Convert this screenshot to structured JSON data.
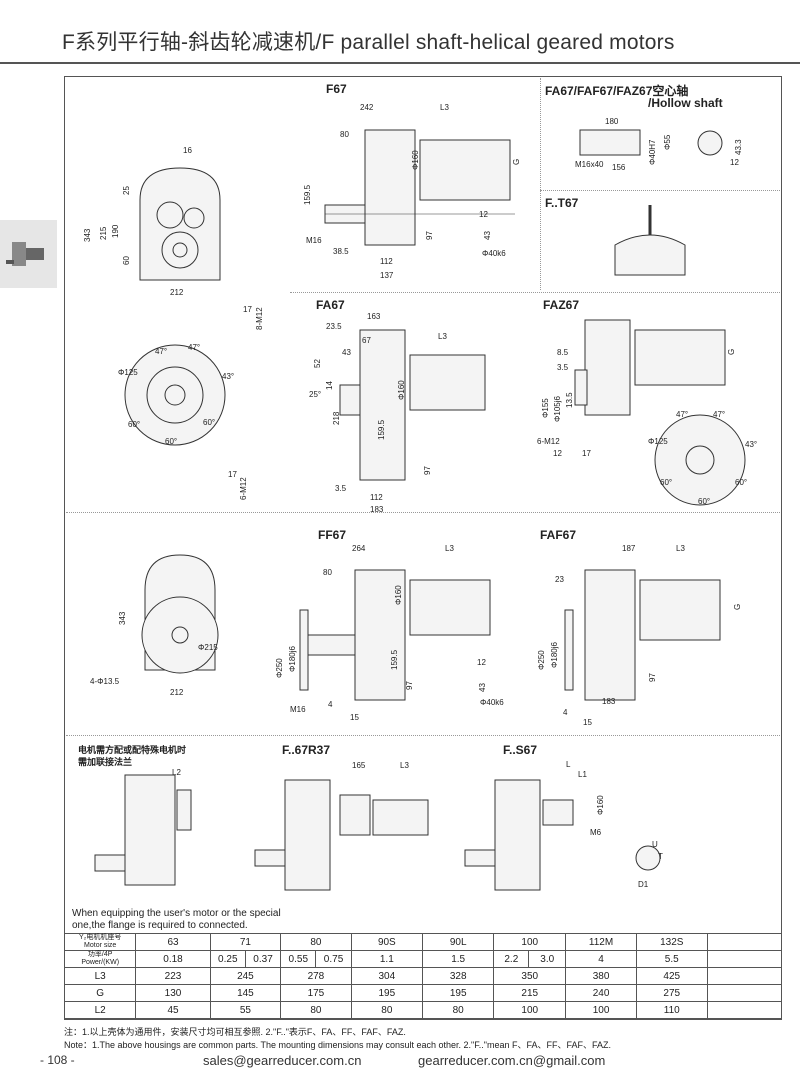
{
  "title": "F系列平行轴-斜齿轮减速机/F parallel shaft-helical geared motors",
  "sections": {
    "f67": "F67",
    "hollow_cn": "FA67/FAF67/FAZ67空心轴",
    "hollow_en": "/Hollow shaft",
    "ft67": "F..T67",
    "fa67": "FA67",
    "faz67": "FAZ67",
    "ff67": "FF67",
    "faf67": "FAF67",
    "r37": "F..67R37",
    "s67": "F..S67",
    "flange_cn_1": "电机需方配或配特殊电机时",
    "flange_cn_2": "需加联接法兰"
  },
  "dims": {
    "front": [
      "16",
      "343",
      "215",
      "190",
      "25",
      "60",
      "212",
      "17",
      "8-M12"
    ],
    "f67": [
      "242",
      "L3",
      "80",
      "Φ160",
      "G",
      "159.5",
      "97",
      "M16",
      "38.5",
      "112",
      "137",
      "12",
      "43",
      "Φ40k6"
    ],
    "hollow": [
      "180",
      "M16x40",
      "156",
      "Φ40H7",
      "Φ55",
      "43.3",
      "12"
    ],
    "flange": [
      "Φ125",
      "47°",
      "47°",
      "43°",
      "60°",
      "60°",
      "60°",
      "17",
      "6-M12"
    ],
    "fa67": [
      "163",
      "L3",
      "23.5",
      "67",
      "43",
      "52",
      "14",
      "25°",
      "218",
      "Φ160",
      "159.5",
      "97",
      "3.5",
      "112",
      "183"
    ],
    "faz67": [
      "8.5",
      "3.5",
      "G",
      "Φ155",
      "Φ105j6",
      "13.5",
      "6-M12",
      "12",
      "17",
      "Φ125",
      "47°",
      "47°",
      "43°",
      "60°",
      "60°",
      "60°"
    ],
    "ff_front": [
      "343",
      "Φ215",
      "4-Φ13.5",
      "212"
    ],
    "ff67": [
      "264",
      "L3",
      "80",
      "Φ160",
      "Φ250",
      "Φ180j6",
      "159.5",
      "97",
      "M16",
      "4",
      "15",
      "12",
      "43",
      "Φ40k6"
    ],
    "faf67": [
      "187",
      "L3",
      "23",
      "G",
      "Φ250",
      "Φ180j6",
      "97",
      "183",
      "4",
      "15"
    ],
    "r37": [
      "L2",
      "165",
      "L3"
    ],
    "s67": [
      "L",
      "L1",
      "Φ160",
      "M6",
      "U",
      "T",
      "D1"
    ]
  },
  "equip_note": [
    "When equipping the user's motor or the special",
    "one,the flange is required to connected."
  ],
  "table": {
    "rows": [
      {
        "h1": "Y₂电机机座号",
        "h2": "Motor size",
        "cells": [
          "63",
          "71",
          "80",
          "90S",
          "90L",
          "100",
          "112M",
          "132S"
        ]
      },
      {
        "h1": "功率/4P",
        "h2": "Power/(KW)",
        "cells": [
          "0.18",
          "0.25",
          "0.37",
          "0.55",
          "0.75",
          "1.1",
          "1.5",
          "2.2",
          "3.0",
          "4",
          "5.5"
        ]
      },
      {
        "h1": "L3",
        "cells": [
          "223",
          "245",
          "278",
          "304",
          "328",
          "350",
          "380",
          "425"
        ]
      },
      {
        "h1": "G",
        "cells": [
          "130",
          "145",
          "175",
          "195",
          "195",
          "215",
          "240",
          "275"
        ]
      },
      {
        "h1": "L2",
        "cells": [
          "45",
          "55",
          "80",
          "80",
          "80",
          "100",
          "100",
          "110"
        ]
      }
    ]
  },
  "notes": {
    "cn": "注：1.以上壳体为通用件，安装尺寸均可相互参照.  2.\"F..\"表示F、FA、FF、FAF、FAZ.",
    "en": "Note：1.The above housings are common parts. The mounting dimensions may consult each other.    2.\"F..\"mean F、FA、FF、FAF、FAZ."
  },
  "footer": {
    "page": "- 108 -",
    "email1": "sales@gearreducer.com.cn",
    "email2": "gearreducer.com.cn@gmail.com"
  }
}
